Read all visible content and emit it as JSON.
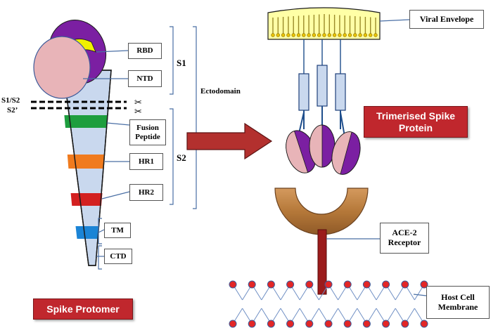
{
  "protomer": {
    "title": "Spike Protomer",
    "labels": {
      "rbd": "RBD",
      "ntd": "NTD",
      "fusion_peptide": "Fusion Peptide",
      "hr1": "HR1",
      "hr2": "HR2",
      "tm": "TM",
      "ctd": "CTD",
      "s1": "S1",
      "s2": "S2",
      "ectodomain": "Ectodomain",
      "cleavage_s1s2": "S1/S2",
      "cleavage_s2p": "S2’"
    }
  },
  "assembly": {
    "viral_envelope": "Viral Envelope",
    "trimer": "Trimerised Spike Protein",
    "receptor": "ACE-2 Receptor",
    "membrane": "Host Cell Membrane"
  },
  "colors": {
    "rbd": "#e8e800",
    "head": "#7b1fa2",
    "ntd": "#e8b4b8",
    "stalk": "#c9d8ee",
    "fusion": "#1e9e3e",
    "hr1": "#f07b1e",
    "hr2": "#d32020",
    "tm": "#1b84d6",
    "arrow": "#b3302e",
    "banner": "#c0272d",
    "envelope": "#ffffa6",
    "receptor_cup": "#c68a4f",
    "receptor_stalk": "#9b1b1b",
    "membrane_dot": "#e32626"
  },
  "icons": {
    "cleavage": "scissors-icon"
  }
}
